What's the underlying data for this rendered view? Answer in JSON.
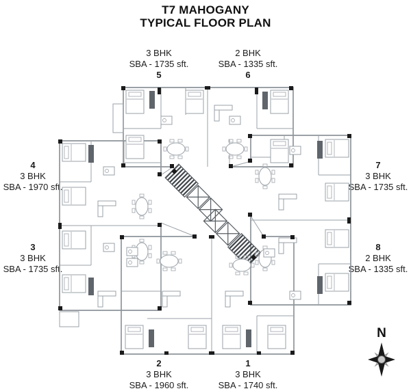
{
  "title": {
    "line1": "T7 MAHOGANY",
    "line2": "TYPICAL FLOOR PLAN"
  },
  "units": {
    "u5": {
      "number": "5",
      "type": "3 BHK",
      "sba": "SBA - 1735 sft."
    },
    "u6": {
      "number": "6",
      "type": "2 BHK",
      "sba": "SBA - 1335 sft."
    },
    "u4": {
      "number": "4",
      "type": "3 BHK",
      "sba": "SBA - 1970 sft."
    },
    "u3": {
      "number": "3",
      "type": "3 BHK",
      "sba": "SBA - 1735 sft."
    },
    "u7": {
      "number": "7",
      "type": "3 BHK",
      "sba": "SBA - 1735 sft."
    },
    "u8": {
      "number": "8",
      "type": "2 BHK",
      "sba": "SBA - 1335 sft."
    },
    "u2": {
      "number": "2",
      "type": "3 BHK",
      "sba": "SBA - 1960 sft."
    },
    "u1": {
      "number": "1",
      "type": "3 BHK",
      "sba": "SBA - 1740 sft."
    }
  },
  "compass": {
    "label": "N"
  },
  "colors": {
    "ink": "#111111",
    "wall_gray": "#8d949a",
    "column_black": "#1b1b1b"
  }
}
